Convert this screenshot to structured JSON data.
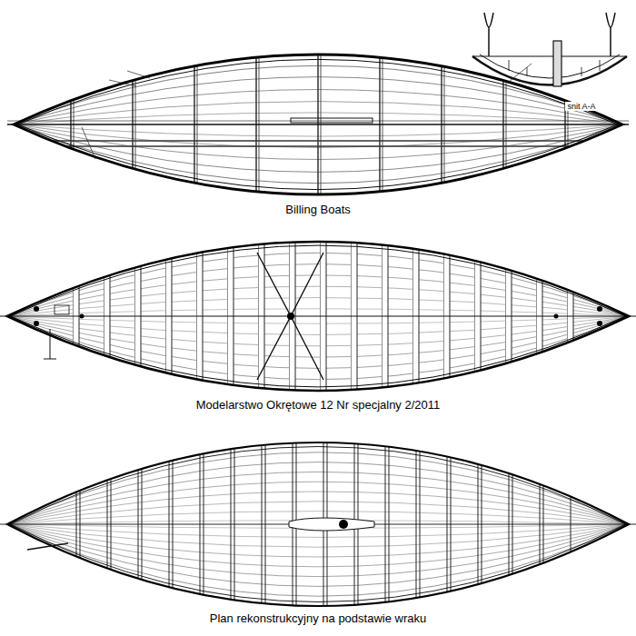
{
  "diagram": {
    "labels": [
      "Billing Boats",
      "Modelarstwo Okrętowe 12 Nr specjalny 2/2011",
      "Plan rekonstrukcyjny na podstawie wraku",
      "snit A-A"
    ]
  }
}
